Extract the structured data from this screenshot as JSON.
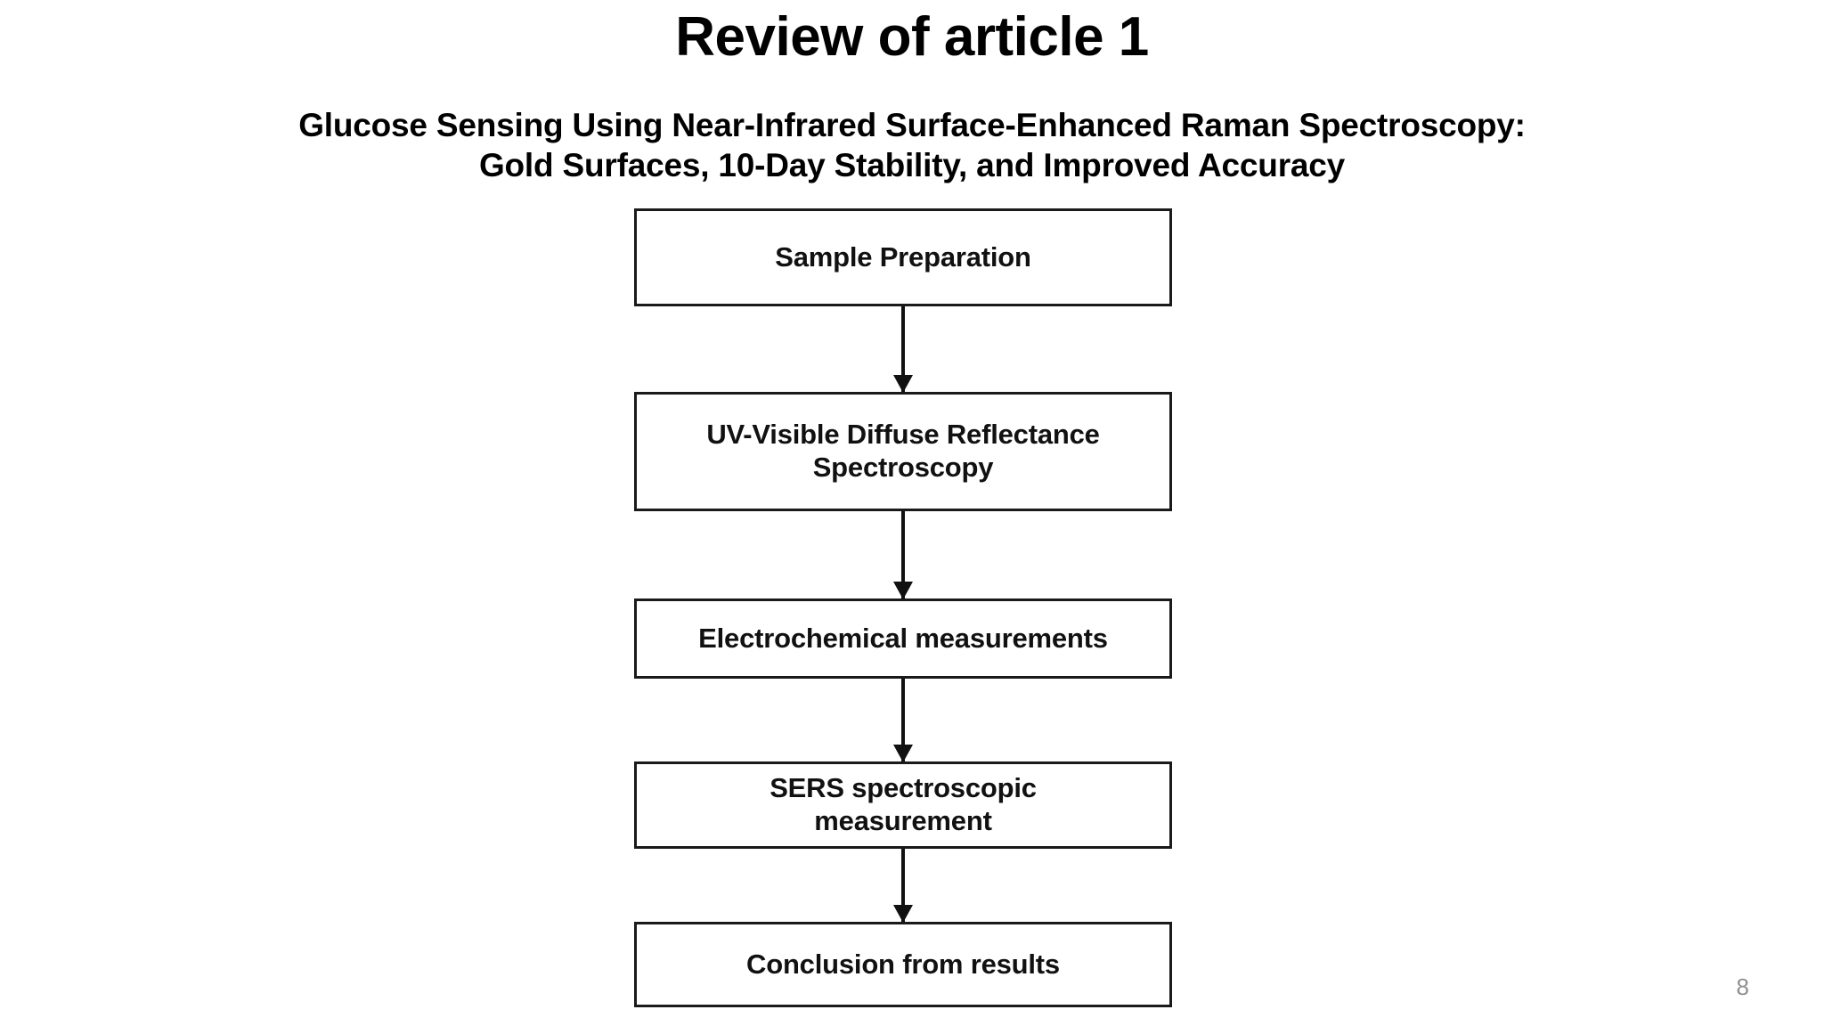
{
  "slide": {
    "title": "Review of article 1",
    "page_number": "8",
    "background_color": "#ffffff",
    "text_color": "#000000",
    "page_number_color": "#8f8f8f"
  },
  "article": {
    "subtitle_lines": [
      "Glucose Sensing Using Near-Infrared Surface-Enhanced Raman Spectroscopy:",
      "Gold Surfaces, 10-Day Stability, and Improved Accuracy"
    ]
  },
  "flowchart": {
    "orientation": "vertical",
    "border_color": "#1a1a1a",
    "arrow_color": "#111111",
    "nodes": [
      {
        "label": "Sample Preparation"
      },
      {
        "label": "UV-Visible Diffuse Reflectance\nSpectroscopy"
      },
      {
        "label": "Electrochemical measurements"
      },
      {
        "label": "SERS spectroscopic\nmeasurement"
      },
      {
        "label": "Conclusion from results"
      }
    ],
    "connectors": [
      {
        "from": "Sample Preparation",
        "to": "UV-Visible Diffuse Reflectance Spectroscopy"
      },
      {
        "from": "UV-Visible Diffuse Reflectance Spectroscopy",
        "to": "Electrochemical measurements"
      },
      {
        "from": "Electrochemical measurements",
        "to": "SERS spectroscopic measurement"
      },
      {
        "from": "SERS spectroscopic measurement",
        "to": "Conclusion from results"
      }
    ]
  }
}
